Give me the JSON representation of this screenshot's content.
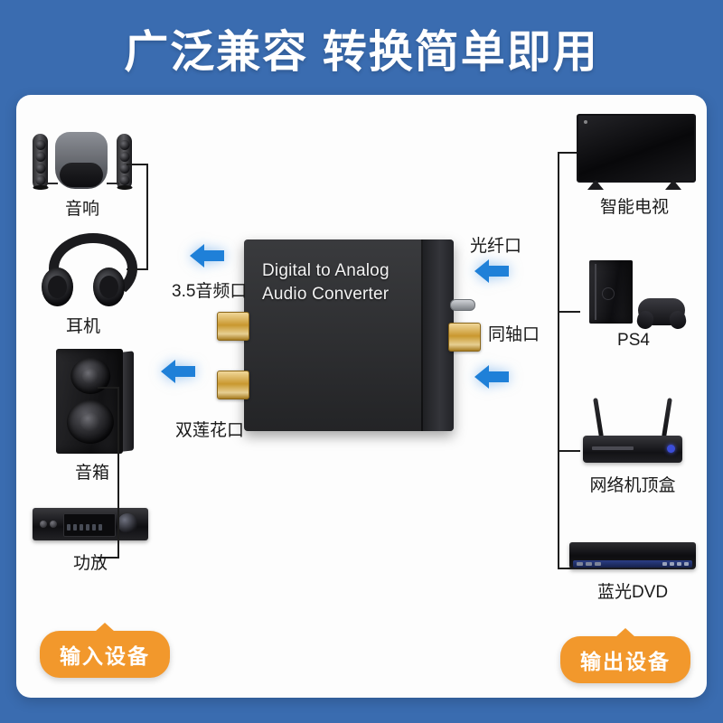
{
  "title": "广泛兼容 转换简单即用",
  "theme": {
    "background_blue": "#3a6cb0",
    "card_white": "#fdfdfd",
    "arrow_blue": "#1f80d8",
    "pill_orange": "#f2982c",
    "text_black": "#1a1a1a"
  },
  "converter": {
    "label_line1": "Digital to Analog",
    "label_line2": "Audio Converter",
    "label": "Digital to Analog\nAudio Converter"
  },
  "ports": {
    "left": [
      {
        "name": "3.5音频口",
        "icon": "left-arrow-icon"
      },
      {
        "name": "双莲花口",
        "icon": "left-arrow-icon"
      }
    ],
    "right": [
      {
        "name": "光纤口",
        "icon": "left-arrow-icon"
      },
      {
        "name": "同轴口",
        "icon": "left-arrow-icon"
      }
    ]
  },
  "input_devices": {
    "badge": "输入设备",
    "items": [
      {
        "label": "音响",
        "icon": "speaker-system-icon"
      },
      {
        "label": "耳机",
        "icon": "headphones-icon"
      },
      {
        "label": "音箱",
        "icon": "bookshelf-speaker-icon"
      },
      {
        "label": "功放",
        "icon": "amplifier-icon"
      }
    ]
  },
  "output_devices": {
    "badge": "输出设备",
    "items": [
      {
        "label": "智能电视",
        "icon": "tv-icon"
      },
      {
        "label": "PS4",
        "icon": "game-console-icon"
      },
      {
        "label": "网络机顶盒",
        "icon": "router-set-top-box-icon"
      },
      {
        "label": "蓝光DVD",
        "icon": "dvd-player-icon"
      }
    ]
  }
}
